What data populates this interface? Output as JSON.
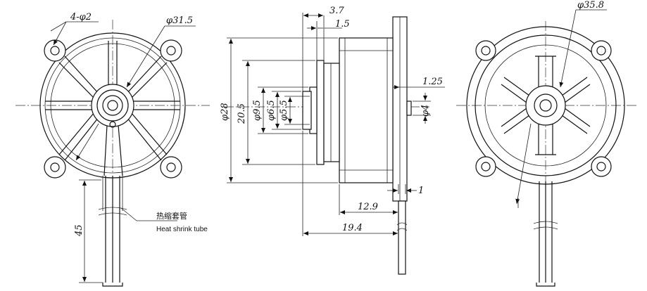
{
  "front_view": {
    "hole_callout": "4-φ2",
    "diameter_callout": "φ31.5",
    "lead_length": "45",
    "tube_label_cn": "热缩套管",
    "tube_label_en": "Heat shrink tube"
  },
  "side_view": {
    "dim_3_7": "3.7",
    "dim_1_5": "1.5",
    "dim_phi28": "φ28",
    "dim_20_5": "20.5",
    "dim_phi9_5": "φ9.5",
    "dim_phi6_5": "φ6.5",
    "dim_phi5_5": "φ5.5",
    "dim_1_25": "1.25",
    "dim_phi4": "φ4",
    "dim_1": "1",
    "dim_12_9": "12.9",
    "dim_19_4": "19.4"
  },
  "rear_view": {
    "diameter_callout": "φ35.8"
  }
}
